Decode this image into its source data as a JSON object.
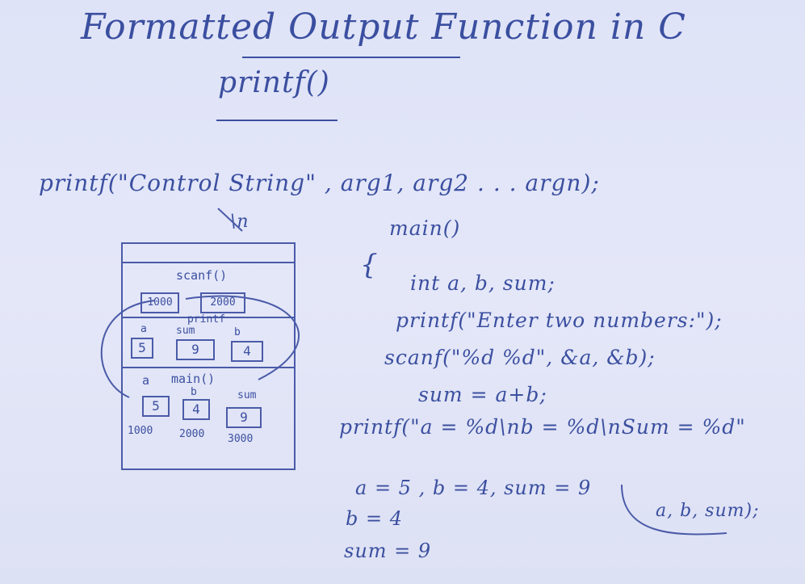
{
  "title": "Formatted Output Function in C",
  "subtitle": "printf()",
  "syntax": "printf(\"Control String\" , arg1, arg2 . . . argn);",
  "syntax_marker": "\\n",
  "code": {
    "line1": "main()",
    "line2": "{",
    "line3": "int a, b, sum;",
    "line4": "printf(\"Enter two numbers:\");",
    "line5": "scanf(\"%d %d\", &a, &b);",
    "line6": "sum = a+b;",
    "line7": "printf(\"a = %d\\nb = %d\\nSum = %d\"",
    "line8": "a, b, sum);"
  },
  "notes": {
    "line1": "a = 5 , b = 4, sum = 9",
    "line2": "b = 4",
    "line3": "sum = 9"
  },
  "diagram": {
    "scanf_label": "scanf()",
    "scanf_cells": [
      "1000",
      "2000"
    ],
    "printf_label": "printf",
    "printf_vars": [
      "a",
      "sum",
      "b"
    ],
    "printf_cells": [
      "5",
      "9",
      "4"
    ],
    "main_label": "main()",
    "main_vars": [
      "a",
      "b",
      "sum"
    ],
    "main_cells": [
      "5",
      "4",
      "9"
    ],
    "addresses": [
      "1000",
      "2000",
      "3000"
    ]
  }
}
